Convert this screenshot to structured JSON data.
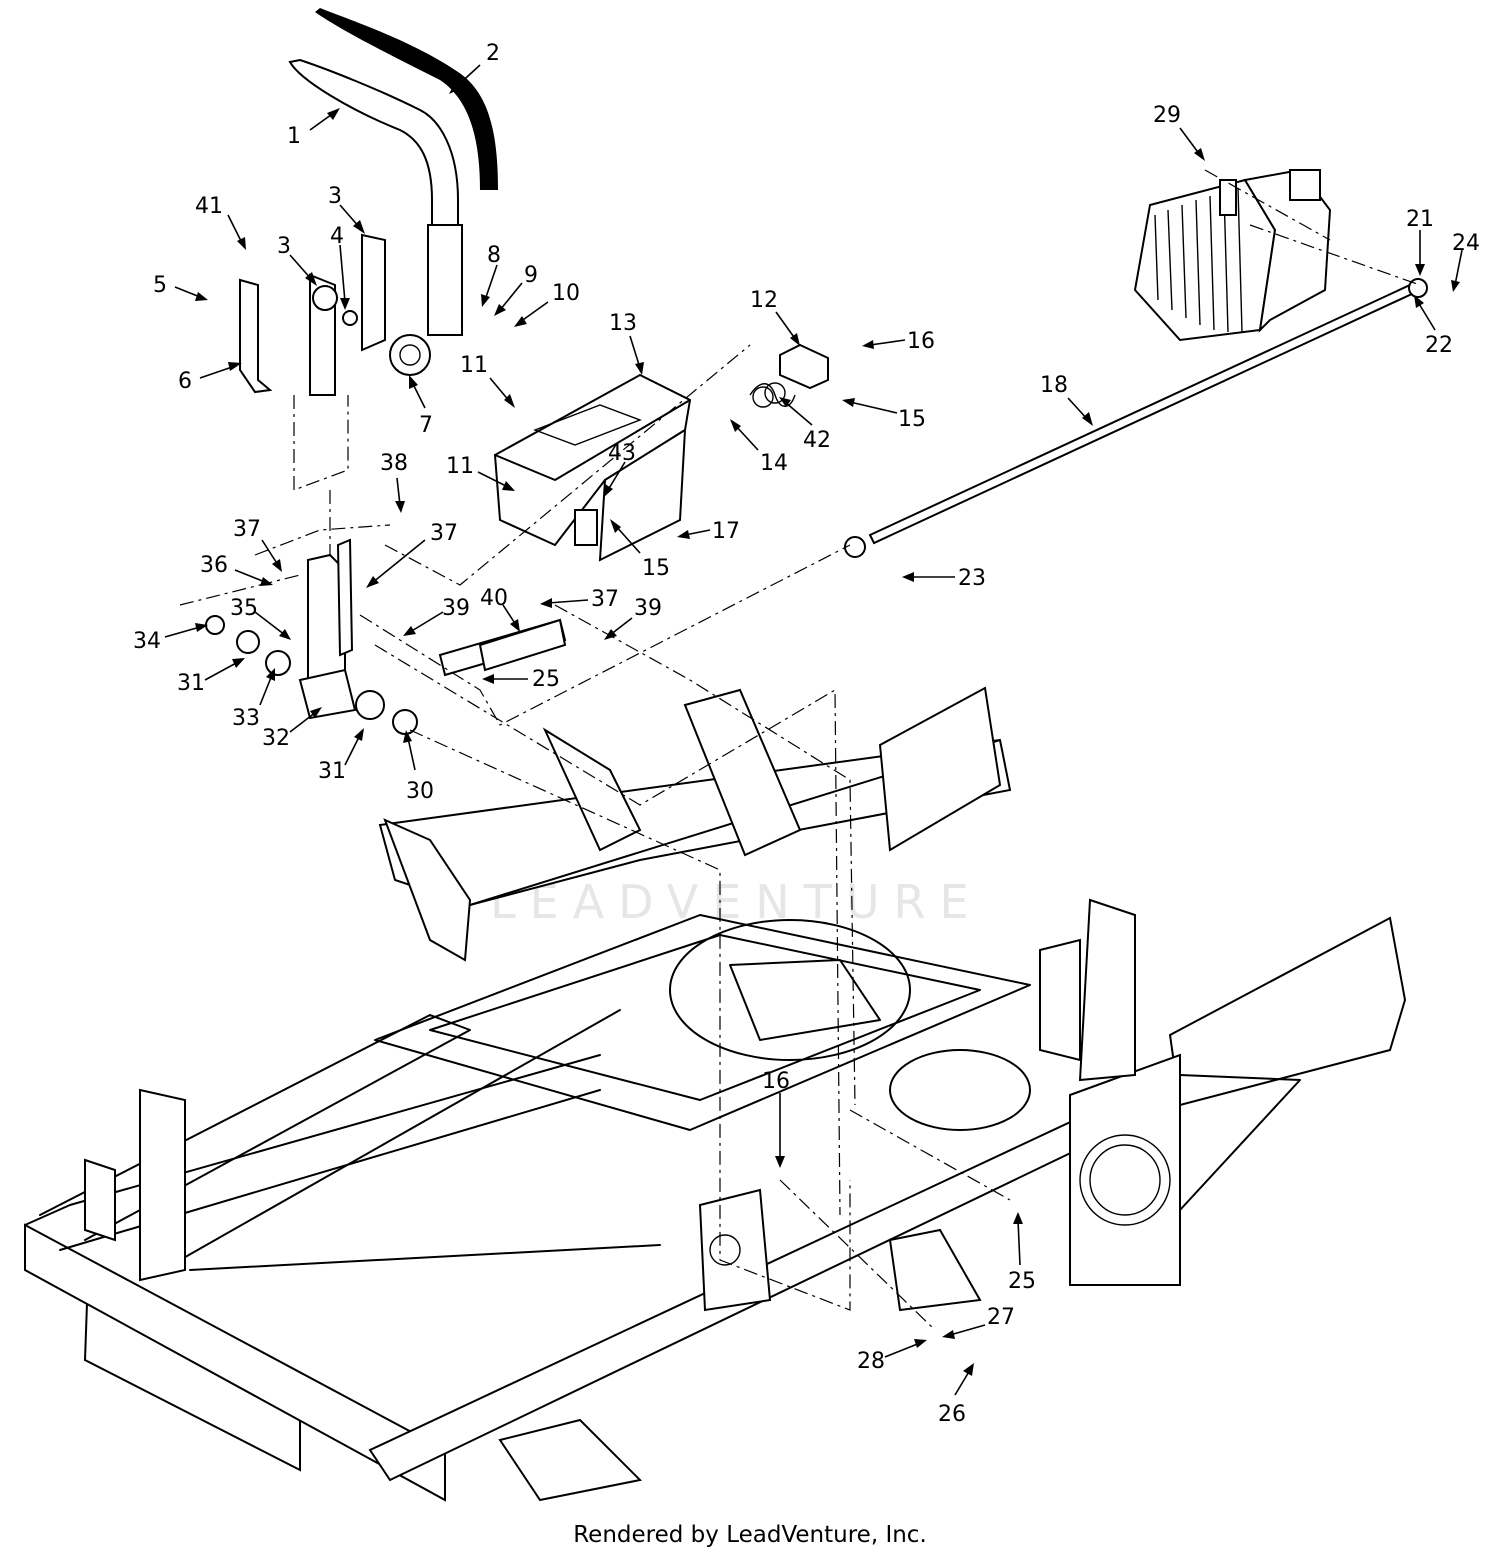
{
  "watermark": "LEADVENTURE",
  "footer": "Rendered by LeadVenture, Inc.",
  "callouts": [
    {
      "id": "c1",
      "num": "1"
    },
    {
      "id": "c2",
      "num": "2"
    },
    {
      "id": "c3a",
      "num": "3"
    },
    {
      "id": "c3b",
      "num": "3"
    },
    {
      "id": "c4",
      "num": "4"
    },
    {
      "id": "c5",
      "num": "5"
    },
    {
      "id": "c6",
      "num": "6"
    },
    {
      "id": "c7",
      "num": "7"
    },
    {
      "id": "c8",
      "num": "8"
    },
    {
      "id": "c9",
      "num": "9"
    },
    {
      "id": "c10",
      "num": "10"
    },
    {
      "id": "c11a",
      "num": "11"
    },
    {
      "id": "c11b",
      "num": "11"
    },
    {
      "id": "c12",
      "num": "12"
    },
    {
      "id": "c13",
      "num": "13"
    },
    {
      "id": "c14",
      "num": "14"
    },
    {
      "id": "c15a",
      "num": "15"
    },
    {
      "id": "c15b",
      "num": "15"
    },
    {
      "id": "c16a",
      "num": "16"
    },
    {
      "id": "c16b",
      "num": "16"
    },
    {
      "id": "c17",
      "num": "17"
    },
    {
      "id": "c18",
      "num": "18"
    },
    {
      "id": "c21",
      "num": "21"
    },
    {
      "id": "c22",
      "num": "22"
    },
    {
      "id": "c23",
      "num": "23"
    },
    {
      "id": "c24",
      "num": "24"
    },
    {
      "id": "c25a",
      "num": "25"
    },
    {
      "id": "c25b",
      "num": "25"
    },
    {
      "id": "c26",
      "num": "26"
    },
    {
      "id": "c27",
      "num": "27"
    },
    {
      "id": "c28",
      "num": "28"
    },
    {
      "id": "c29",
      "num": "29"
    },
    {
      "id": "c30",
      "num": "30"
    },
    {
      "id": "c31a",
      "num": "31"
    },
    {
      "id": "c31b",
      "num": "31"
    },
    {
      "id": "c32",
      "num": "32"
    },
    {
      "id": "c33",
      "num": "33"
    },
    {
      "id": "c34",
      "num": "34"
    },
    {
      "id": "c35",
      "num": "35"
    },
    {
      "id": "c36",
      "num": "36"
    },
    {
      "id": "c37a",
      "num": "37"
    },
    {
      "id": "c37b",
      "num": "37"
    },
    {
      "id": "c37c",
      "num": "37"
    },
    {
      "id": "c38",
      "num": "38"
    },
    {
      "id": "c39a",
      "num": "39"
    },
    {
      "id": "c39b",
      "num": "39"
    },
    {
      "id": "c40",
      "num": "40"
    },
    {
      "id": "c41",
      "num": "41"
    },
    {
      "id": "c42",
      "num": "42"
    },
    {
      "id": "c43",
      "num": "43"
    }
  ]
}
